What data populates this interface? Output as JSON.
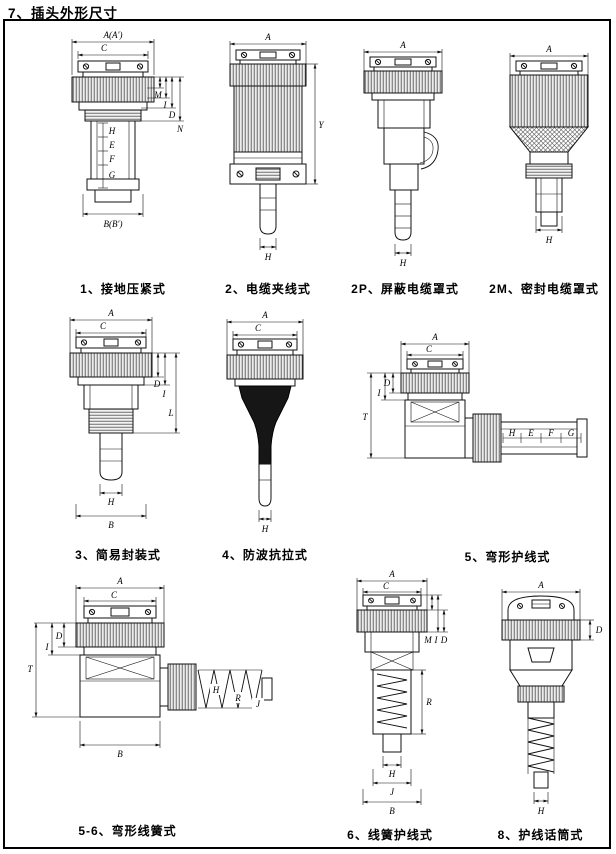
{
  "page": {
    "title": "7、插头外形尺寸"
  },
  "figures": [
    {
      "caption": "1、接地压紧式",
      "labels": {
        "A": "A(A')",
        "C": "C",
        "M": "M",
        "I": "I",
        "D": "D",
        "N": "N",
        "H": "H",
        "E": "E",
        "F": "F",
        "G": "G",
        "B": "B(B')"
      }
    },
    {
      "caption": "2、电缆夹线式",
      "labels": {
        "A": "A",
        "Y": "Y",
        "H": "H"
      }
    },
    {
      "caption": "2P、屏蔽电缆罩式",
      "labels": {
        "A": "A",
        "H": "H"
      }
    },
    {
      "caption": "2M、密封电缆罩式",
      "labels": {
        "A": "A",
        "H": "H"
      }
    },
    {
      "caption": "3、简易封装式",
      "labels": {
        "A": "A",
        "C": "C",
        "D": "D",
        "I": "I",
        "L": "L",
        "H": "H",
        "B": "B"
      }
    },
    {
      "caption": "4、防波抗拉式",
      "labels": {
        "A": "A",
        "C": "C",
        "H": "H"
      }
    },
    {
      "caption": "5、弯形护线式",
      "labels": {
        "A": "A",
        "C": "C",
        "D": "D",
        "I": "I",
        "T": "T",
        "H": "H",
        "E": "E",
        "F": "F",
        "G": "G"
      }
    },
    {
      "caption": "5-6、弯形线簧式",
      "labels": {
        "A": "A",
        "C": "C",
        "D": "D",
        "I": "I",
        "T": "T",
        "H": "H",
        "R": "R",
        "J": "J",
        "B": "B"
      }
    },
    {
      "caption": "6、线簧护线式",
      "labels": {
        "A": "A",
        "C": "C",
        "M": "M",
        "I": "I",
        "D": "D",
        "H": "H",
        "R": "R",
        "J": "J",
        "B": "B"
      }
    },
    {
      "caption": "8、护线话筒式",
      "labels": {
        "A": "A",
        "D": "D",
        "H": "H"
      }
    }
  ]
}
